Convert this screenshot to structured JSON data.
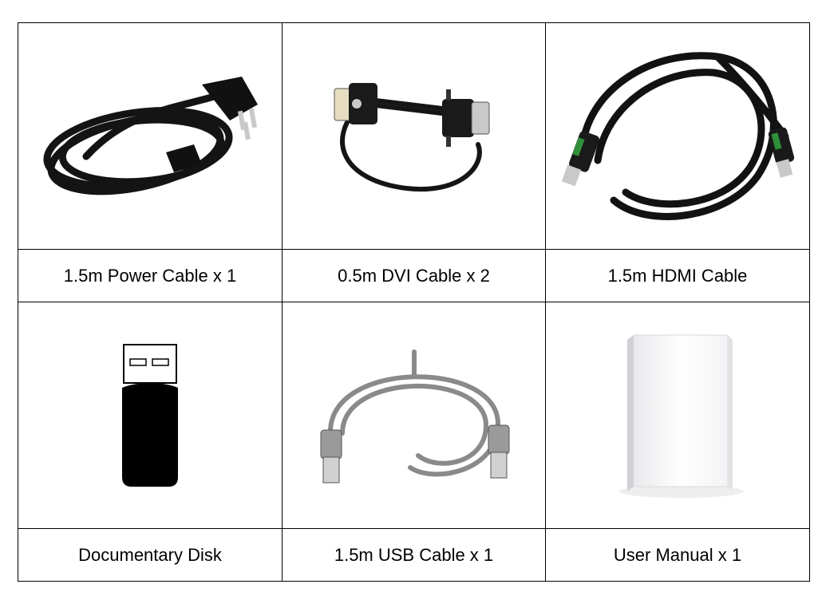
{
  "items": [
    {
      "caption": "1.5m Power Cable x 1",
      "icon": "power-cable-icon"
    },
    {
      "caption": "0.5m DVI Cable x 2",
      "icon": "dvi-cable-icon"
    },
    {
      "caption": "1.5m HDMI Cable",
      "icon": "hdmi-cable-icon"
    },
    {
      "caption": "Documentary Disk",
      "icon": "usb-flash-drive-icon"
    },
    {
      "caption": "1.5m USB Cable x 1",
      "icon": "usb-cable-icon"
    },
    {
      "caption": "User Manual x 1",
      "icon": "user-manual-book-icon"
    }
  ],
  "colors": {
    "border": "#000000",
    "text": "#000000",
    "hdmi_accent": "#2f8f3a"
  }
}
